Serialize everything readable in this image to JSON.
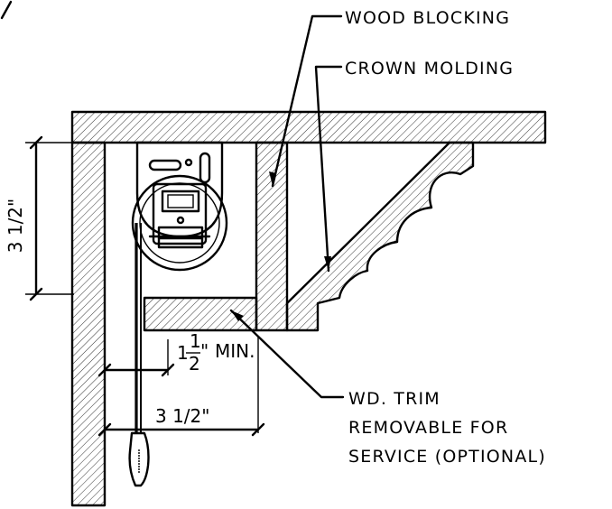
{
  "labels": {
    "wood_blocking": "WOOD BLOCKING",
    "crown_molding": "CROWN MOLDING",
    "trim_line1": "WD. TRIM",
    "trim_line2": "REMOVABLE FOR",
    "trim_line3": "SERVICE (OPTIONAL)"
  },
  "dimensions": {
    "vertical_height": "3  1/2\"",
    "min_offset_whole": "1",
    "min_offset_num": "1",
    "min_offset_den": "2",
    "min_offset_inch": "\"",
    "min_offset_suffix": "MIN.",
    "horizontal_depth": "3  1/2\""
  },
  "colors": {
    "line": "#000000",
    "background": "#ffffff"
  }
}
